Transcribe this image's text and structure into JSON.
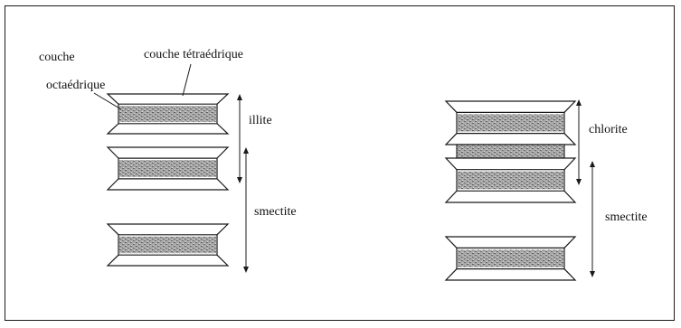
{
  "labels": {
    "octahedral_layer_line1": "couche",
    "octahedral_layer_line2": "octaédrique",
    "tetrahedral_layer": "couche tétraédrique",
    "illite": "illite",
    "smectite_left": "smectite",
    "chlorite": "chlorite",
    "smectite_right": "smectite"
  },
  "colors": {
    "line": "#1a1a1a",
    "octahedral_fill": "#9a9a9a",
    "background": "#ffffff"
  }
}
